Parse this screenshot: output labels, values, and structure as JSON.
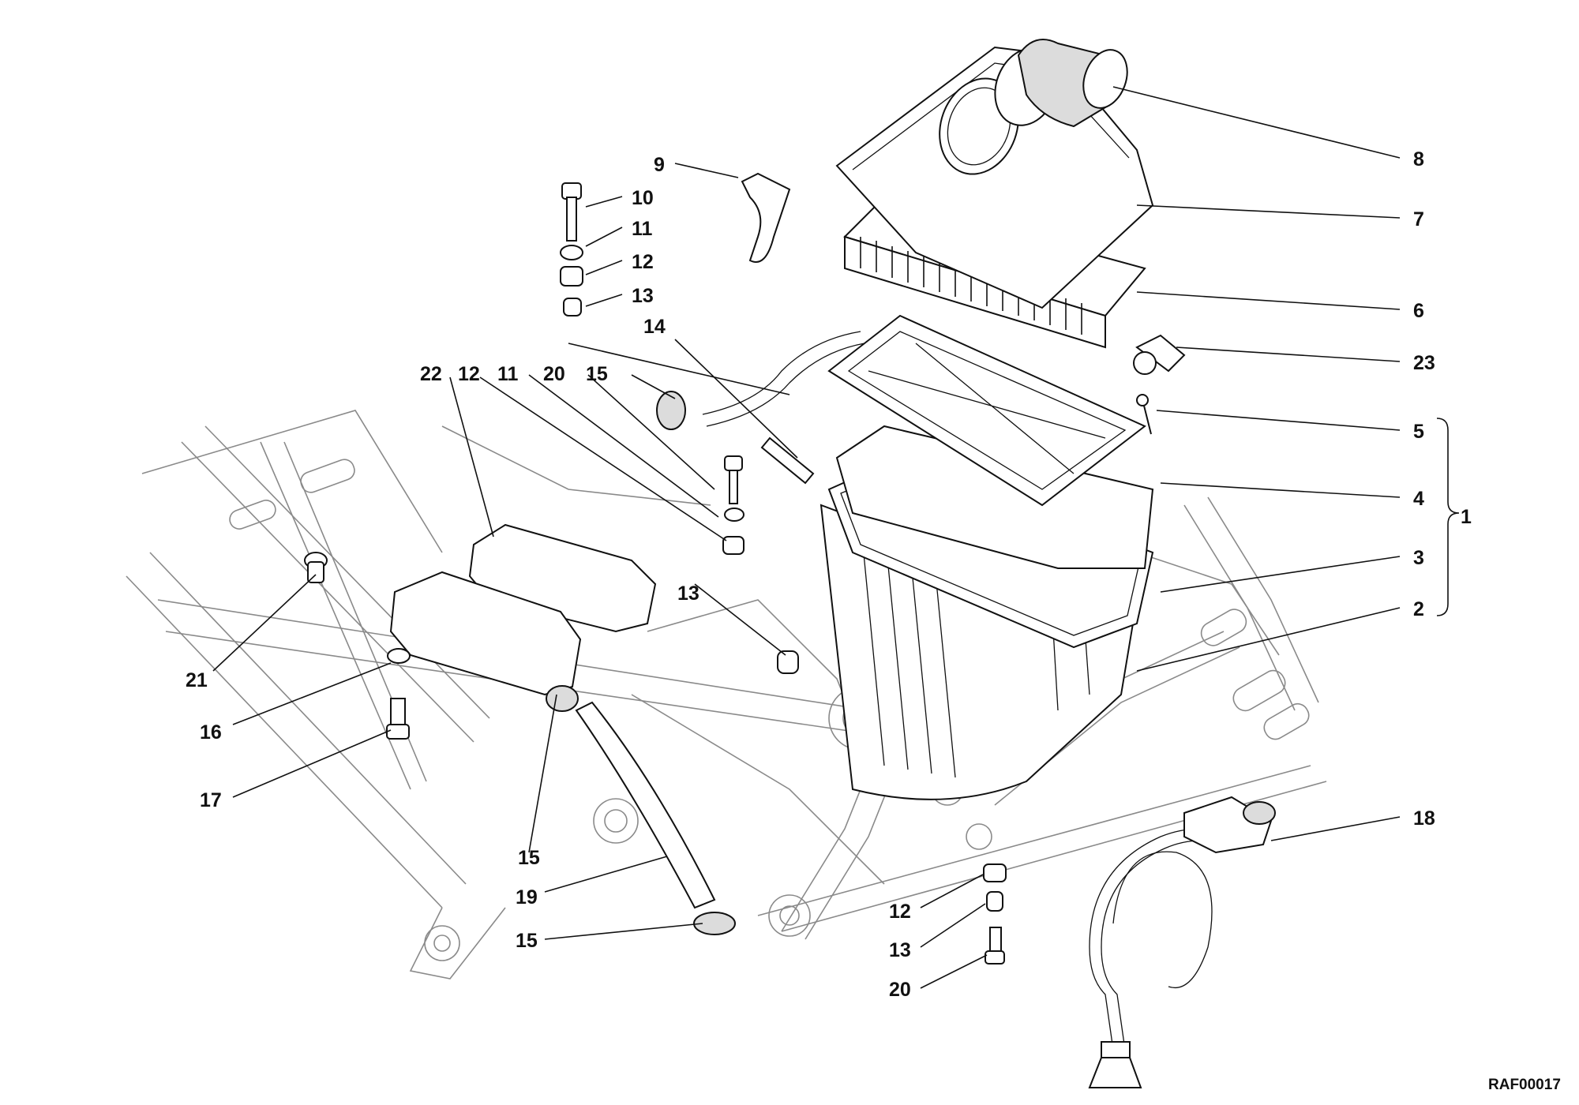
{
  "figure_code": "RAF00017",
  "bracket_group_label": "1",
  "callouts": {
    "c2": "2",
    "c3": "3",
    "c4": "4",
    "c5": "5",
    "c6": "6",
    "c7": "7",
    "c8": "8",
    "c9": "9",
    "c10": "10",
    "c11a": "11",
    "c11b": "11",
    "c12a": "12",
    "c12b": "12",
    "c12c": "12",
    "c13a": "13",
    "c13b": "13",
    "c13c": "13",
    "c14": "14",
    "c15a": "15",
    "c15b": "15",
    "c15c": "15",
    "c16": "16",
    "c17": "17",
    "c18": "18",
    "c19": "19",
    "c20a": "20",
    "c20b": "20",
    "c21": "21",
    "c22": "22",
    "c23": "23"
  }
}
